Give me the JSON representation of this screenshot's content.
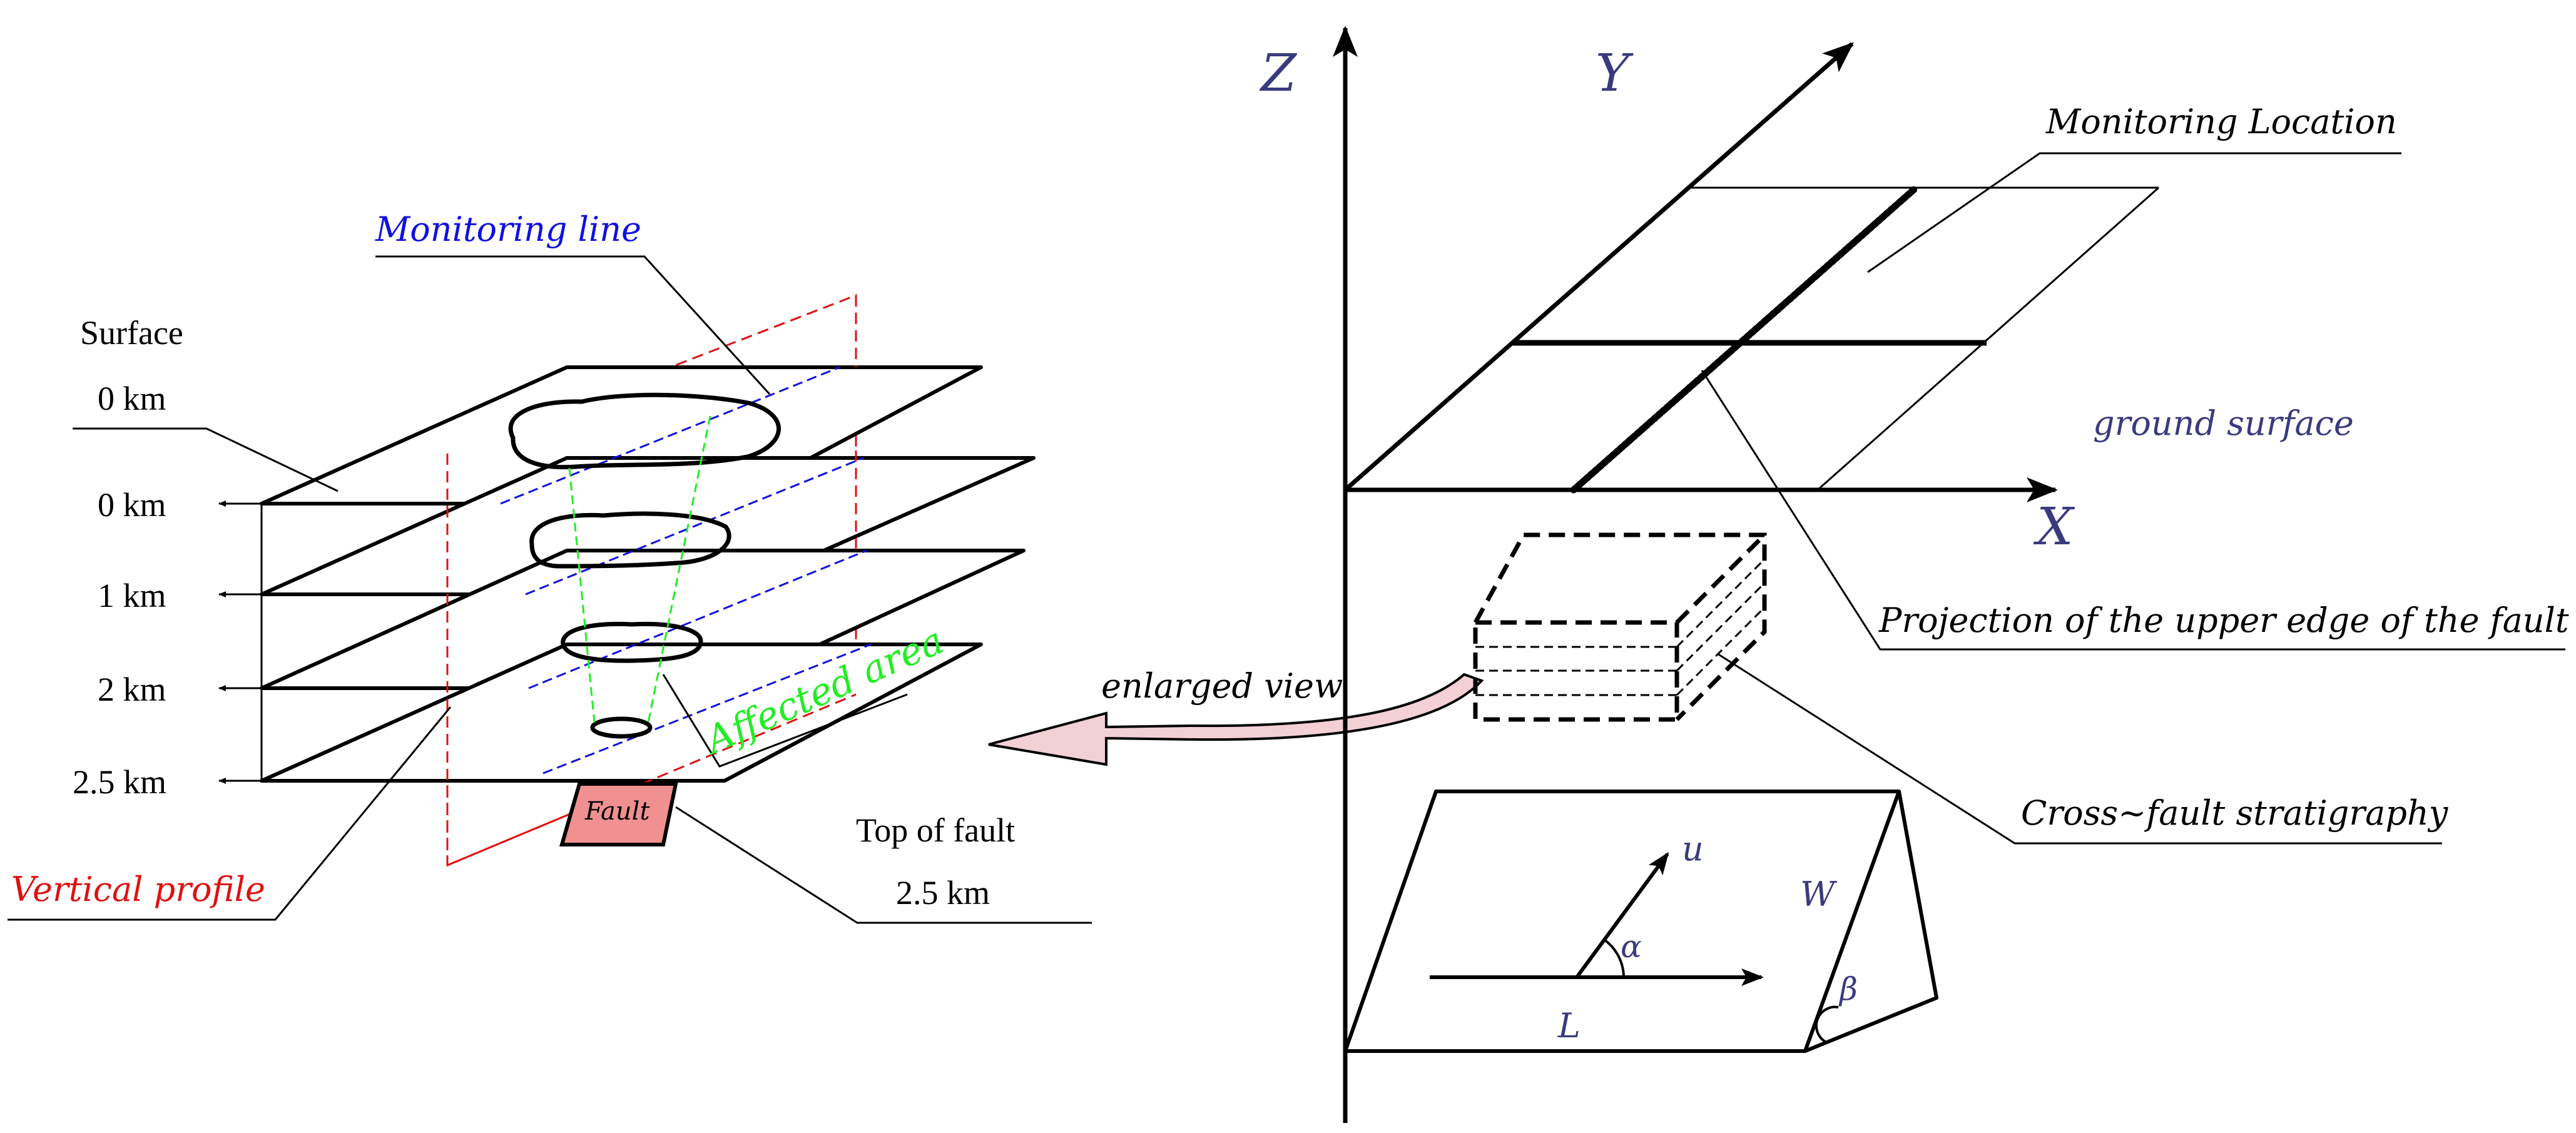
{
  "left_panel": {
    "surface_label": "Surface",
    "surface_depth": "0 km",
    "depths": [
      "0 km",
      "1 km",
      "2 km",
      "2.5 km"
    ],
    "monitoring_line": "Monitoring line",
    "vertical_profile": "Vertical profile",
    "affected_area": "Affected area",
    "fault_label": "Fault",
    "top_of_fault": "Top of fault",
    "top_of_fault_depth": "2.5 km"
  },
  "arrow_label": "enlarged view",
  "right_panel": {
    "axis_z": "Z",
    "axis_y": "Y",
    "axis_x": "X",
    "monitoring_location": "Monitoring Location",
    "ground_surface": "ground surface",
    "projection_label": "Projection of the upper edge of the fault",
    "cross_fault": "Cross~fault stratigraphy",
    "fault_u": "u",
    "fault_w": "W",
    "fault_alpha": "α",
    "fault_beta": "β",
    "fault_l": "L"
  },
  "colors": {
    "monitoring_line": "#1010e0",
    "vertical_profile": "#e01010",
    "affected_area": "#22ee22",
    "axis_text": "#3a3a80",
    "fault_fill": "#f09090",
    "arrow_fill": "#f2d0d6"
  }
}
